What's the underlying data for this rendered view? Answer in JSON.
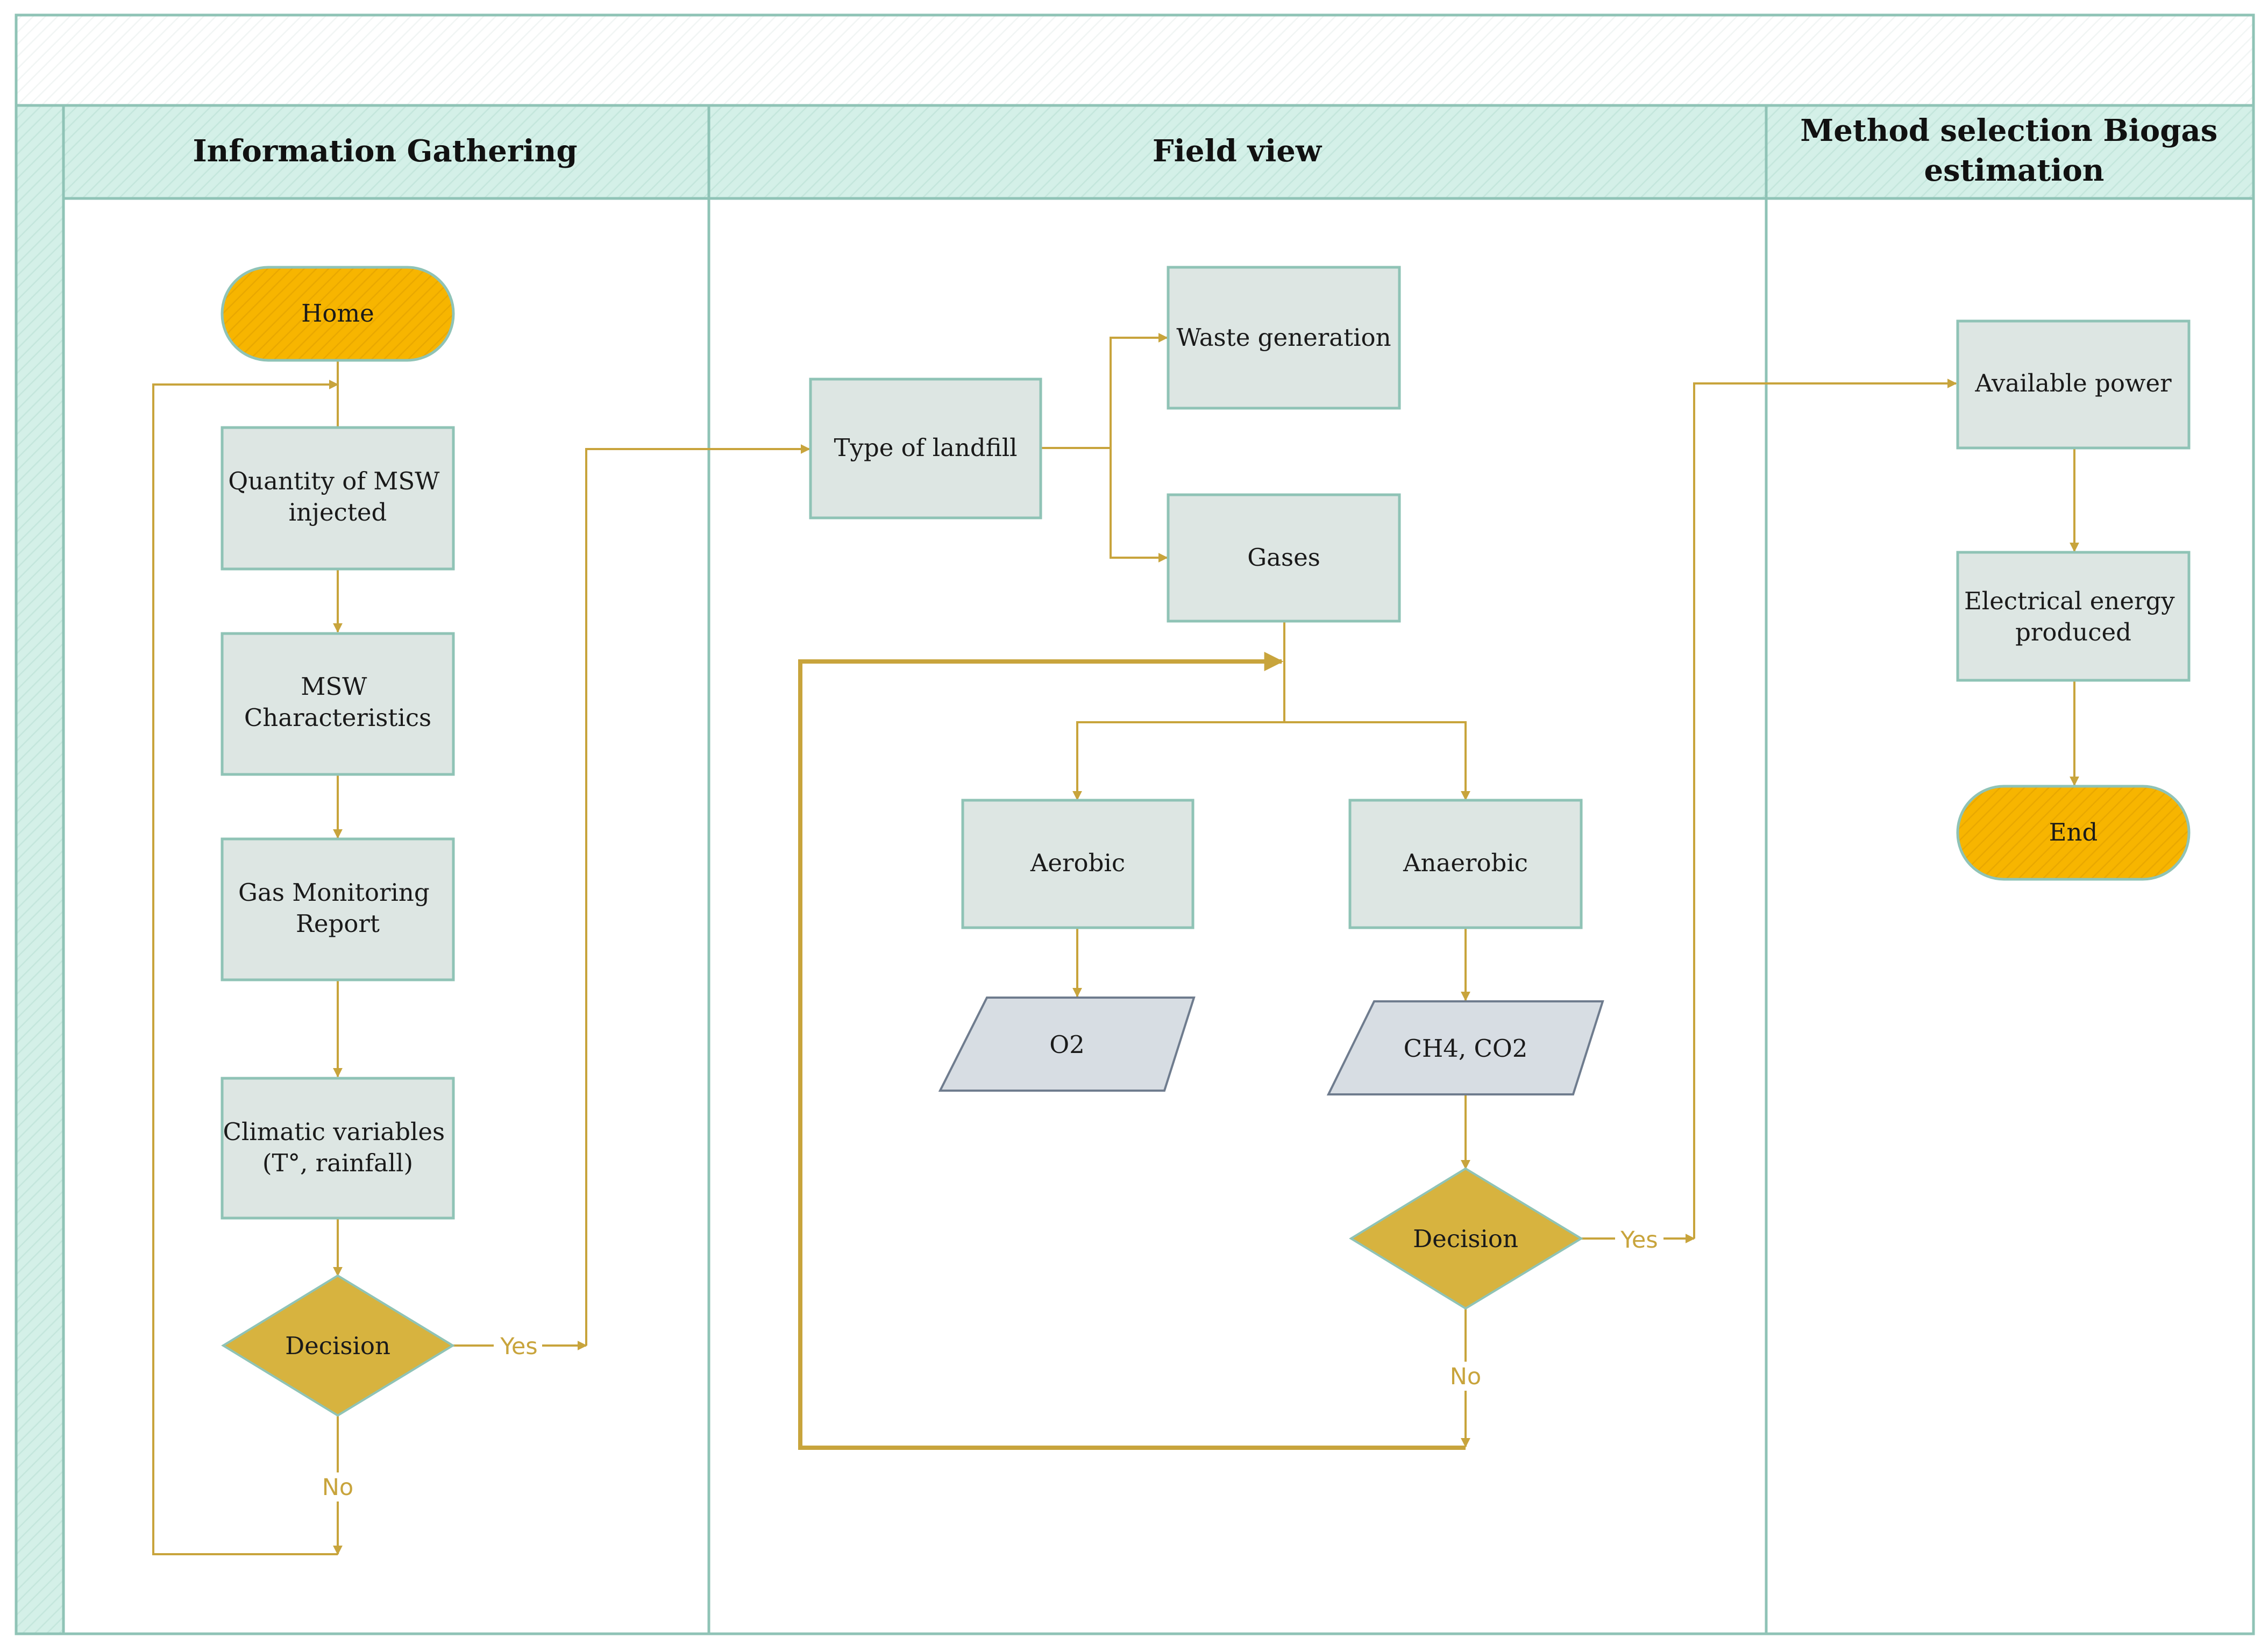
{
  "lanes": [
    {
      "title": "Information Gathering"
    },
    {
      "title": "Field view"
    },
    {
      "title_lines": [
        "Method selection Biogas",
        "estimation"
      ]
    }
  ],
  "nodes": {
    "home": "Home",
    "quantity_msw": [
      "Quantity of MSW",
      "injected"
    ],
    "msw_characteristics": [
      "MSW",
      "Characteristics"
    ],
    "gas_monitoring": [
      "Gas Monitoring",
      "Report"
    ],
    "climatic": [
      "Climatic variables",
      "(T°, rainfall)"
    ],
    "decision_1": "Decision",
    "type_landfill": "Type of landfill",
    "waste_generation": "Waste generation",
    "gases": "Gases",
    "aerobic": "Aerobic",
    "anaerobic": "Anaerobic",
    "o2": "O2",
    "ch4_co2": "CH4, CO2",
    "decision_2": "Decision",
    "available_power": "Available power",
    "electrical_energy": [
      "Electrical energy",
      "produced"
    ],
    "end": "End"
  },
  "edge_labels": {
    "decision_1_yes": "Yes",
    "decision_1_no": "No",
    "decision_2_yes": "Yes",
    "decision_2_no": "No"
  },
  "colors": {
    "header_fill": "#d4f0e8",
    "border": "#8fc3b6",
    "process_fill": "#dde6e3",
    "terminal_fill": "#f7b500",
    "decision_fill": "#d7b33f",
    "data_fill": "#d7dde3",
    "connector": "#c8a43c"
  }
}
